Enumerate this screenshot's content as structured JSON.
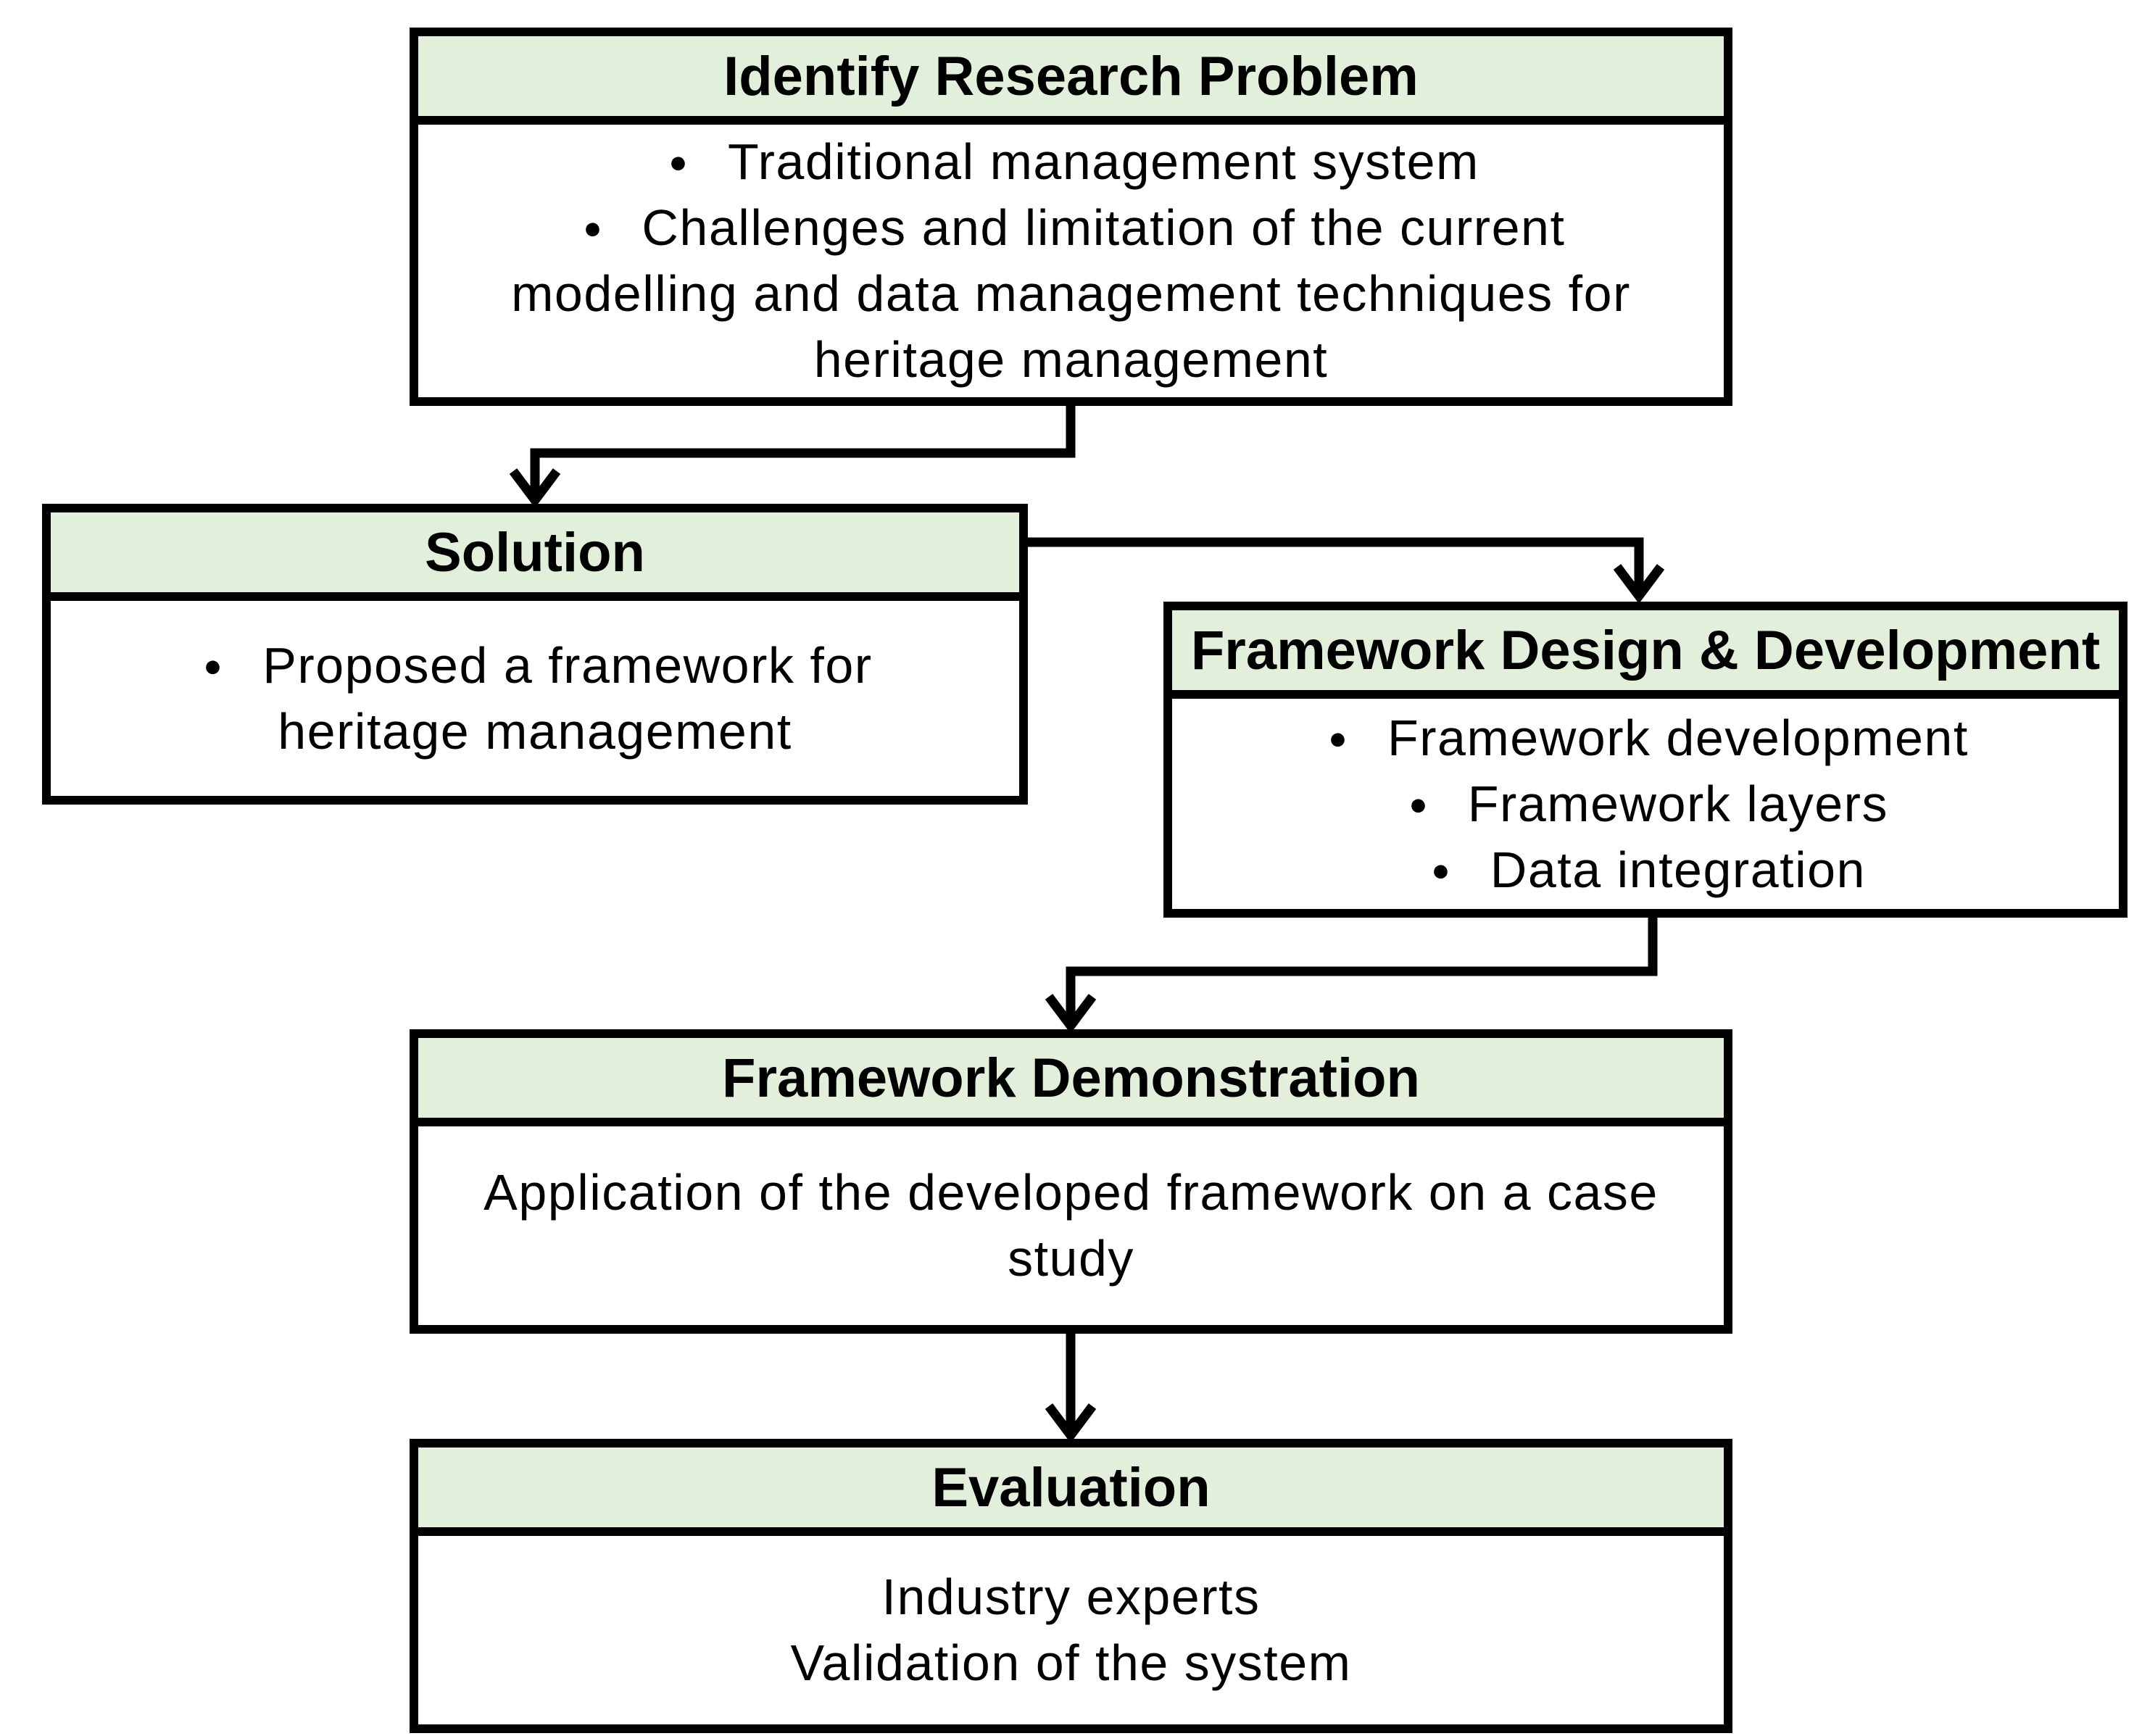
{
  "ui": {
    "bullet_char": "●"
  },
  "colors": {
    "header_fill": "#e2efda",
    "line_color": "#000000",
    "background": "#ffffff",
    "text_color": "#000000"
  },
  "diagram": {
    "boxes": {
      "identify": {
        "title": "Identify Research Problem",
        "items": [
          "Traditional management system",
          "Challenges and limitation of the current modelling and data management techniques for heritage management"
        ]
      },
      "solution": {
        "title": "Solution",
        "items": [
          "Proposed a framework for heritage management"
        ]
      },
      "framework_design": {
        "title": "Framework Design & Development",
        "items": [
          "Framework development",
          "Framework layers",
          "Data integration"
        ]
      },
      "demonstration": {
        "title": "Framework Demonstration",
        "text": "Application of the developed framework on a case study"
      },
      "evaluation": {
        "title": "Evaluation",
        "lines": [
          "Industry experts",
          "Validation of the system"
        ]
      }
    },
    "connections": [
      {
        "from": "identify",
        "to": "solution"
      },
      {
        "from": "solution",
        "to": "framework_design"
      },
      {
        "from": "framework_design",
        "to": "demonstration"
      },
      {
        "from": "demonstration",
        "to": "evaluation"
      }
    ]
  }
}
